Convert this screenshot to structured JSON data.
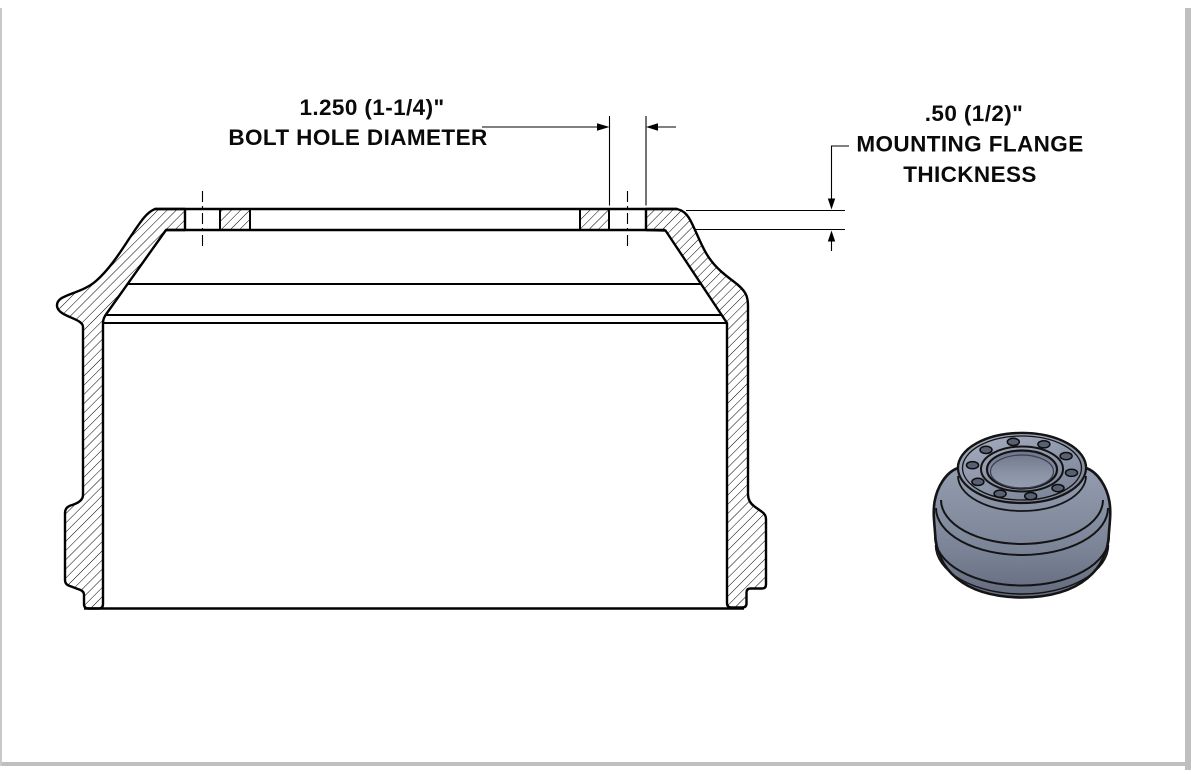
{
  "window": {
    "background": "#ffffff",
    "page_edge_color": "#bfbfbf"
  },
  "annotations": {
    "bolt_hole_diameter": {
      "value": "1.250 (1-1/4)\"",
      "label": "BOLT HOLE DIAMETER"
    },
    "mounting_flange_thickness": {
      "value": ".50 (1/2)\"",
      "label_line1": "MOUNTING FLANGE",
      "label_line2": "THICKNESS"
    }
  },
  "section_view": {
    "line_color": "#000000",
    "hatch_pattern": "diagonal-45",
    "bolt_holes_in_section": 2
  },
  "iso_view": {
    "bolt_hole_count": 10,
    "body_color": "#8D95A9",
    "highlight_color": "#A7AEC0",
    "shadow_color": "#646B7E",
    "hole_color": "#596074",
    "edge_color": "#141414"
  }
}
